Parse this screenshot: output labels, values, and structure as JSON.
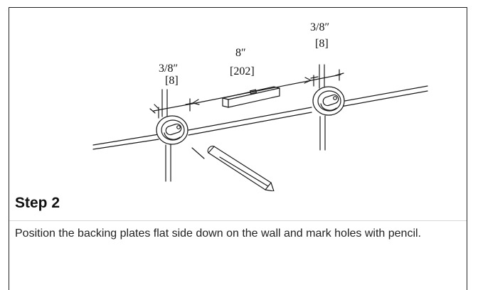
{
  "figure": {
    "dim_left_in": "3/8″",
    "dim_left_mm": "[8]",
    "dim_center_in": "8″",
    "dim_center_mm": "[202]",
    "dim_right_in": "3/8″",
    "dim_right_mm": "[8]"
  },
  "step": {
    "title": "Step 2",
    "instruction": "Position the backing plates flat side down on the wall and mark holes with pencil."
  }
}
